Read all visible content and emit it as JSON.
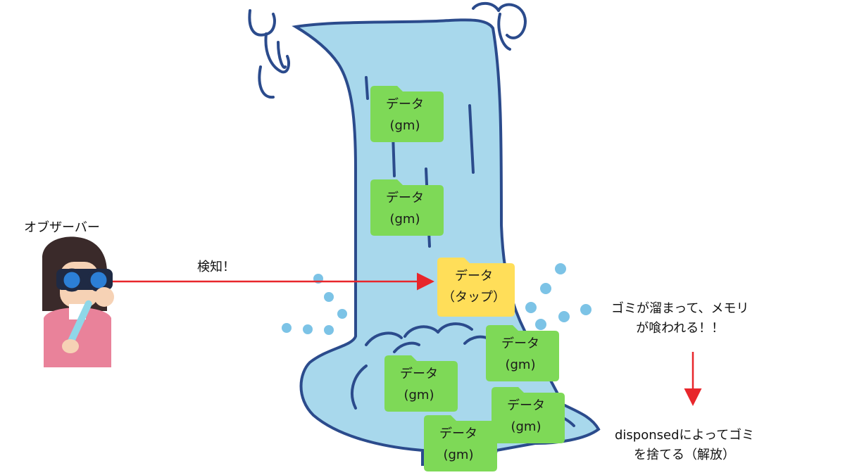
{
  "observer": {
    "label": "オブザーバー"
  },
  "detect": {
    "label": "検知！"
  },
  "folders": [
    {
      "line1": "データ",
      "line2": "(gm)",
      "kind": "data"
    },
    {
      "line1": "データ",
      "line2": "(gm)",
      "kind": "data"
    },
    {
      "line1": "データ",
      "line2": "（タップ）",
      "kind": "tap"
    },
    {
      "line1": "データ",
      "line2": "(gm)",
      "kind": "data"
    },
    {
      "line1": "データ",
      "line2": "(gm)",
      "kind": "data"
    },
    {
      "line1": "データ",
      "line2": "(gm)",
      "kind": "data"
    },
    {
      "line1": "データ",
      "line2": "(gm)",
      "kind": "data"
    }
  ],
  "note_top": {
    "line1": "ゴミが溜まって、メモリ",
    "line2": "が喰われる！！"
  },
  "note_bottom": {
    "line1": "disponsedによってゴミ",
    "line2": "を捨てる（解放）"
  },
  "colors": {
    "water": "#a8d8ec",
    "water_outline": "#2b4b8c",
    "data_folder": "#7ed957",
    "tap_folder": "#ffde59",
    "arrow": "#e8262b",
    "drop": "#7cc3e6"
  }
}
